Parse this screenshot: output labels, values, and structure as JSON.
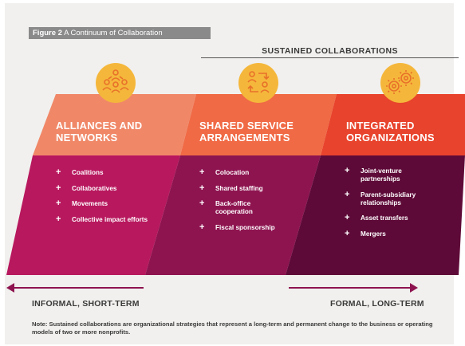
{
  "figure": {
    "number": "Figure 2",
    "title": "A Continuum of Collaboration"
  },
  "sustained_heading": "SUSTAINED COLLABORATIONS",
  "columns": [
    {
      "title_lines": [
        "ALLIANCES AND",
        "NETWORKS"
      ],
      "icon": "people-network-icon",
      "header_color": "#f08868",
      "body_color": "#b8185e",
      "items": [
        "Coalitions",
        "Collaboratives",
        "Movements",
        "Collective impact efforts"
      ]
    },
    {
      "title_lines": [
        "SHARED SERVICE",
        "ARRANGEMENTS"
      ],
      "icon": "shared-cycle-icon",
      "header_color": "#f06a45",
      "body_color": "#8e1450",
      "items": [
        "Colocation",
        "Shared staffing",
        "Back-office cooperation",
        "Fiscal sponsorship"
      ]
    },
    {
      "title_lines": [
        "INTEGRATED",
        "ORGANIZATIONS"
      ],
      "icon": "gears-icon",
      "header_color": "#e8432c",
      "body_color": "#5e0a38",
      "items": [
        "Joint-venture partnerships",
        "Parent-subsidiary relationships",
        "Asset transfers",
        "Mergers"
      ]
    }
  ],
  "icon_circle_color": "#f5b73b",
  "arrow_color": "#8e1450",
  "left_axis_label": "INFORMAL, SHORT-TERM",
  "right_axis_label": "FORMAL, LONG-TERM",
  "note": "Note: Sustained collaborations are organizational strategies that represent a long-term and permanent change to the business or operating models of two or more nonprofits."
}
